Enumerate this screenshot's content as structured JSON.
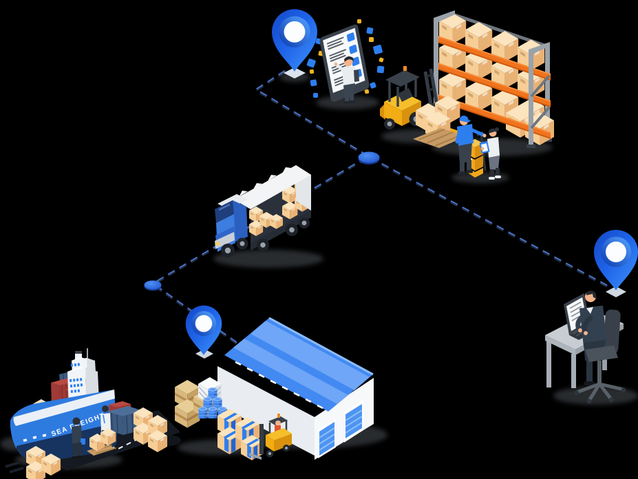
{
  "illustration": {
    "title": "Isometric logistics supply chain illustration with dashed route connecting sea freight, truck, warehouses and office",
    "background": "#000000",
    "ship": {
      "label": "SEA FREIGHT"
    },
    "route": {
      "pins": 3,
      "junction_nodes": 2,
      "dash_color": "#242F44",
      "dash_highlight": "#4E79D6"
    },
    "icons": [
      "location-pin-icon",
      "checklist-tablet-icon",
      "forklift-icon",
      "warehouse-rack-icon",
      "workers-icon",
      "cargo-truck-icon",
      "warehouse-building-icon",
      "cargo-ship-icon",
      "office-desk-icon"
    ],
    "palette": {
      "bg": "#000000",
      "route-dark": "#242F44",
      "route-light": "#4E79D6",
      "shelf-orange": "#F0731D",
      "shelf-orange-dark": "#CC5A0E",
      "steel": "#9AA2AA",
      "steel-dark": "#6E767E",
      "box-top": "#FBE4BE",
      "box-front": "#F6CE96",
      "box-side": "#E9B275",
      "fork-yellow": "#F2AC14",
      "fork-yellow-top": "#F6BE2A",
      "fork-yellow-dark": "#D9920E",
      "ink": "#39414B",
      "white-surface": "#F2F4F6",
      "truck-blue": "#3D7DE0",
      "roof-blue": "#4289F2",
      "roof-light": "#6FA6F7",
      "door-blue": "#4D94F2",
      "wall-white": "#E9EDF1",
      "wall-white-light": "#F6F8FA",
      "ship-blue": "#2E7BE0",
      "ship-dark": "#17335F",
      "container-red": "#A03A36",
      "container-red-dark": "#7E2D29",
      "container-navy": "#3D5A80",
      "container-navy-dark": "#2C4260",
      "wood": "#C89B66",
      "crate-wood": "#D9B97E",
      "barrel-blue": "#3F86EC",
      "accent-blue": "#2D7FF0",
      "yellow-box": "#F2A71B",
      "confetti-yellow": "#F2B324",
      "skin": "#F2B48C",
      "suit": "#33404F",
      "shadow": "#53585E"
    }
  }
}
